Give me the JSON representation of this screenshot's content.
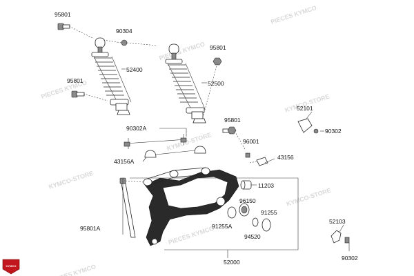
{
  "part_labels": {
    "p95801_top": "95801",
    "p90304": "90304",
    "p52400": "52400",
    "p95801_shock2": "95801",
    "p52500": "52500",
    "p95801_left": "95801",
    "p52101": "52101",
    "p90302_top": "90302",
    "p90302A": "90302A",
    "p95801_mid": "95801",
    "p96001": "96001",
    "p43156A": "43156A",
    "p43156": "43156",
    "p11203": "11203",
    "p96150": "96150",
    "p91255": "91255",
    "p91255A": "91255A",
    "p94520": "94520",
    "p95801A": "95801A",
    "p52103": "52103",
    "p90302_bot": "90302",
    "p52000": "52000"
  },
  "watermark": {
    "line1": "PIECES KYMCO",
    "line2": "KYMCO-STORE"
  },
  "logo_text": "KYMCO"
}
